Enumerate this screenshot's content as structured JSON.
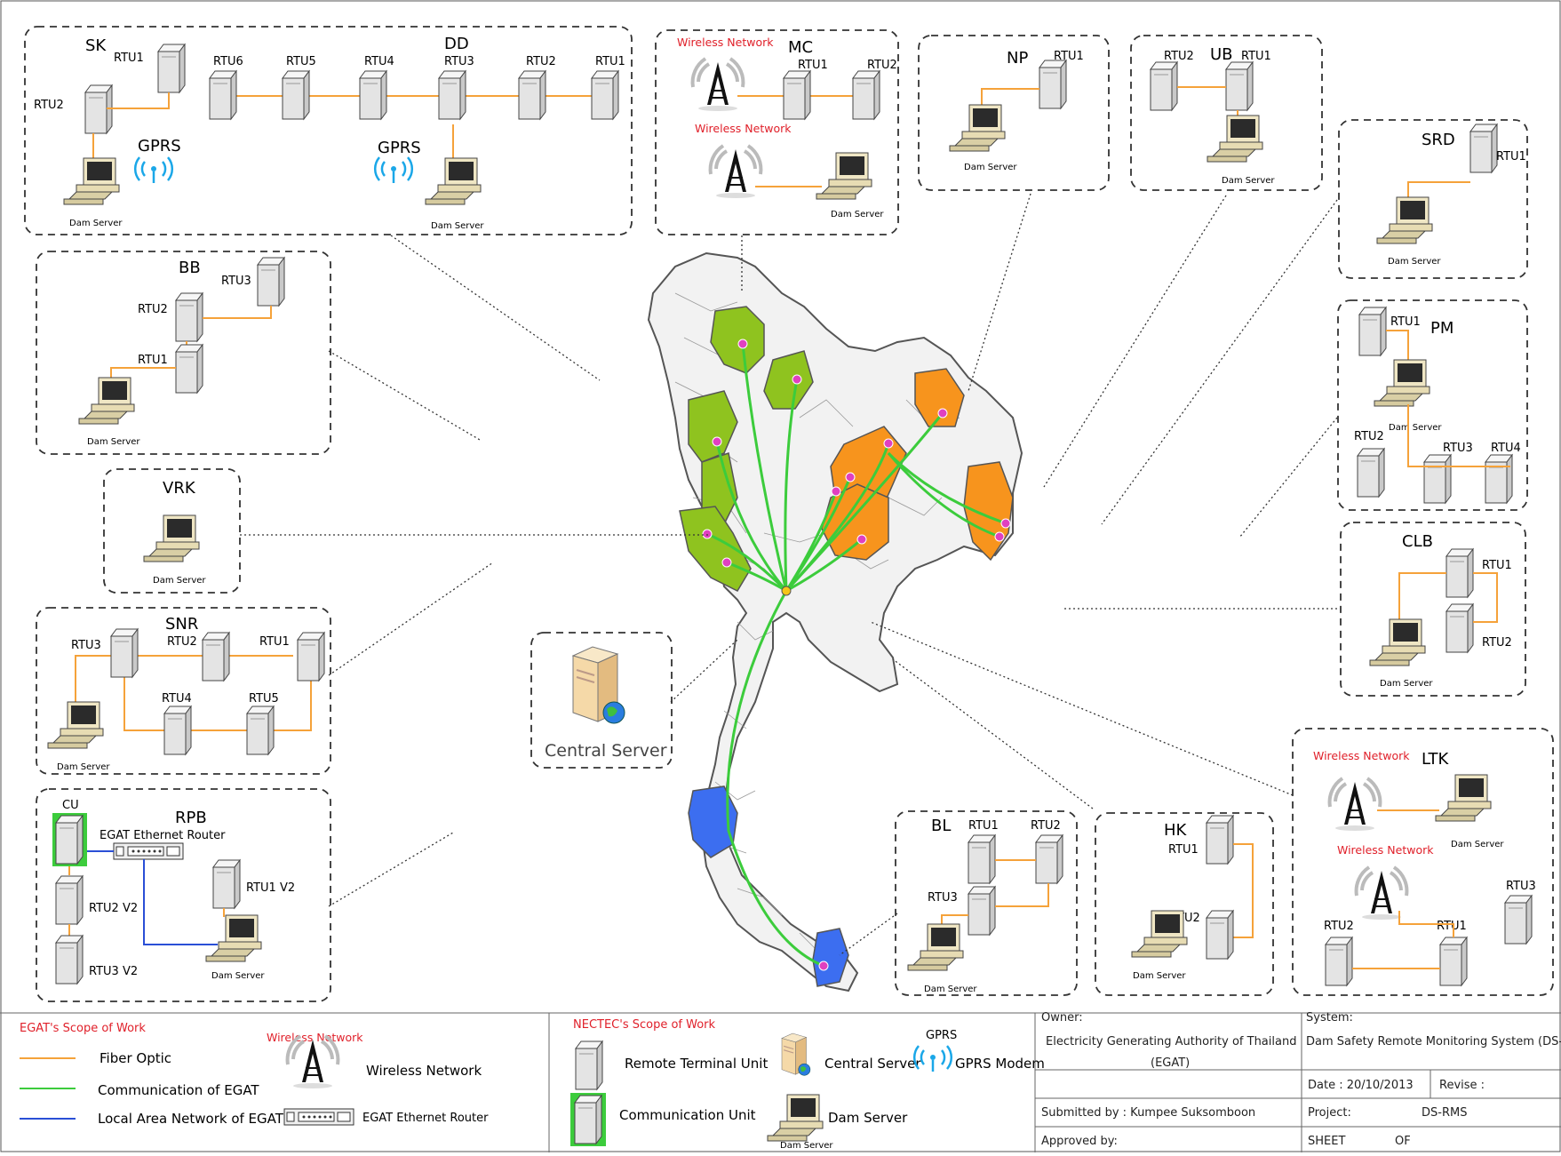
{
  "colors": {
    "fiber": "#f5a23a",
    "egat": "#3ccc3c",
    "lan": "#2a4fd6",
    "green_region": "#8fc31f",
    "orange_region": "#f7941d",
    "blue_region": "#3c6ef0",
    "node": "#e040c0",
    "wireless_label": "#e0202a"
  },
  "sites": {
    "sk": {
      "title": "SK",
      "labels": [
        "RTU1",
        "RTU2"
      ],
      "server": "Dam Server",
      "gprs": "GPRS"
    },
    "dd": {
      "title": "DD",
      "labels": [
        "RTU6",
        "RTU5",
        "RTU4",
        "RTU3",
        "RTU2",
        "RTU1"
      ],
      "server": "Dam Server",
      "gprs": "GPRS"
    },
    "mc": {
      "title": "MC",
      "labels": [
        "RTU1",
        "RTU2"
      ],
      "wireless1": "Wireless Network",
      "wireless2": "Wireless Network",
      "server": "Dam Server"
    },
    "np": {
      "title": "NP",
      "labels": [
        "RTU1"
      ],
      "server": "Dam Server"
    },
    "ub": {
      "title": "UB",
      "labels": [
        "RTU2",
        "RTU1"
      ],
      "server": "Dam Server"
    },
    "srd": {
      "title": "SRD",
      "labels": [
        "RTU1"
      ],
      "server": "Dam Server"
    },
    "bb": {
      "title": "BB",
      "labels": [
        "RTU3",
        "RTU2",
        "RTU1"
      ],
      "server": "Dam Server"
    },
    "pm": {
      "title": "PM",
      "labels": [
        "RTU1",
        "RTU2",
        "RTU3",
        "RTU4"
      ],
      "server": "Dam Server"
    },
    "vrk": {
      "title": "VRK",
      "server": "Dam Server"
    },
    "clb": {
      "title": "CLB",
      "labels": [
        "RTU1",
        "RTU2"
      ],
      "server": "Dam Server"
    },
    "snr": {
      "title": "SNR",
      "labels": [
        "RTU3",
        "RTU2",
        "RTU1",
        "RTU4",
        "RTU5"
      ],
      "server": "Dam Server"
    },
    "central": {
      "title": "Central Server"
    },
    "rpb": {
      "title": "RPB",
      "cu": "CU",
      "router": "EGAT Ethernet Router",
      "labels": [
        "RTU1 V2",
        "RTU2 V2",
        "RTU3 V2"
      ],
      "server": "Dam Server"
    },
    "bl": {
      "title": "BL",
      "labels": [
        "RTU1",
        "RTU2",
        "RTU3"
      ],
      "server": "Dam Server"
    },
    "hk": {
      "title": "HK",
      "labels": [
        "RTU1",
        "RTU2"
      ],
      "server": "Dam Server"
    },
    "ltk": {
      "title": "LTK",
      "wireless1": "Wireless Network",
      "wireless2": "Wireless Network",
      "labels": [
        "RTU3",
        "RTU2",
        "RTU1"
      ],
      "server": "Dam Server"
    }
  },
  "legend": {
    "egat_title": "EGAT's  Scope of Work",
    "fiber": "Fiber Optic",
    "egat_comm": "Communication of EGAT",
    "lan": "Local Area Network of EGAT",
    "wireless_small": "Wireless Network",
    "wireless": "Wireless Network",
    "router": "EGAT Ethernet Router",
    "nectec_title": "NECTEC's  Scope of Work",
    "rtu": "Remote Terminal Unit",
    "cu": "Communication Unit",
    "central": "Central Server",
    "dam": "Dam Server",
    "dam_small": "Dam Server",
    "gprs_small": "GPRS",
    "gprs": "GPRS Modem"
  },
  "title_block": {
    "owner_label": "Owner:",
    "owner_line1": "Electricity Generating Authority of Thailand",
    "owner_line2": "(EGAT)",
    "system_label": "System:",
    "system_value": "Dam Safety Remote Monitoring System (DS-RMS)",
    "date": "Date : 20/10/2013",
    "revise": "Revise :",
    "submitted": "Submitted by : Kumpee Suksomboon",
    "project_label": "Project:",
    "project_value": "DS-RMS",
    "approved": "Approved by:",
    "sheet": "SHEET",
    "of": "OF"
  }
}
